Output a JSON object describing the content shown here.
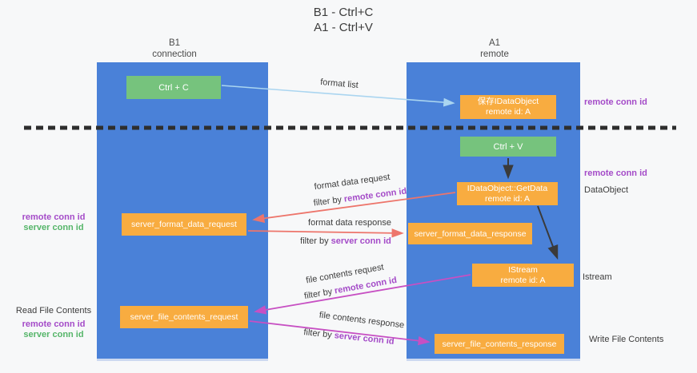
{
  "title": {
    "line1": "B1 - Ctrl+C",
    "line2": "A1 - Ctrl+V"
  },
  "lanes": {
    "left": {
      "name": "B1",
      "subtitle": "connection"
    },
    "right": {
      "name": "A1",
      "subtitle": "remote"
    }
  },
  "boxes": {
    "ctrl_c": "Ctrl + C",
    "ctrl_v": "Ctrl + V",
    "save_idataobject": {
      "line1": "保存IDataObject",
      "line2": "remote id: A"
    },
    "getdata": {
      "line1": "IDataObject::GetData",
      "line2": "remote id: A"
    },
    "istream": {
      "line1": "IStream",
      "line2": "remote id: A"
    },
    "server_format_data_request": "server_format_data_request",
    "server_format_data_response": "server_format_data_response",
    "server_file_contents_request": "server_file_contents_request",
    "server_file_contents_response": "server_file_contents_response"
  },
  "arrow_labels": {
    "format_list": "format list",
    "format_data_request": "format data request",
    "format_data_response": "format data response",
    "file_contents_request": "file contents request",
    "file_contents_response": "file contents response",
    "filter_by": "filter by ",
    "remote_conn_id": "remote conn id",
    "server_conn_id": "server conn id"
  },
  "side_labels": {
    "remote_conn_id": "remote conn id",
    "server_conn_id": "server conn id",
    "dataobject": "DataObject",
    "istream": "Istream",
    "read_file_contents": "Read File Contents",
    "write_file_contents": "Write File Contents"
  },
  "colors": {
    "lane_blue": "#4A81D8",
    "node_orange": "#F8AC40",
    "node_green": "#76C37D",
    "arrow_blue": "#AAD5F0",
    "arrow_red": "#ED756B",
    "arrow_magenta": "#C750C3",
    "arrow_black": "#3A3A3A",
    "label_purple": "#A44BC8",
    "label_green": "#55B569",
    "text_dark": "#3C3C3C",
    "background": "#F7F8F9",
    "dashed_line": "#2E2E2E"
  }
}
